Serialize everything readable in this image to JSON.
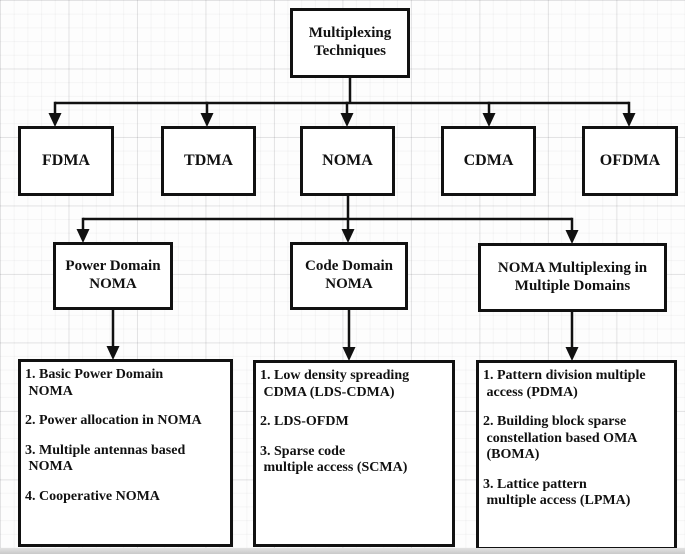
{
  "diagram": {
    "root": {
      "label": "Multiplexing Techniques"
    },
    "level2": [
      {
        "label": "FDMA"
      },
      {
        "label": "TDMA"
      },
      {
        "label": "NOMA"
      },
      {
        "label": "CDMA"
      },
      {
        "label": "OFDMA"
      }
    ],
    "level3": [
      {
        "label": "Power Domain NOMA"
      },
      {
        "label": "Code Domain NOMA"
      },
      {
        "label": "NOMA Multiplexing in Multiple Domains"
      }
    ],
    "lists": [
      {
        "items": [
          "1. Basic Power Domain\n NOMA",
          "2. Power allocation in NOMA",
          "3. Multiple antennas based\n NOMA",
          "4. Cooperative NOMA"
        ]
      },
      {
        "items": [
          "1. Low density spreading\n CDMA (LDS-CDMA)",
          "2. LDS-OFDM",
          "3. Sparse code\n multiple access (SCMA)"
        ]
      },
      {
        "items": [
          "1. Pattern division multiple\n access (PDMA)",
          "2. Building block sparse\n constellation based OMA\n (BOMA)",
          "3. Lattice pattern\n multiple access (LPMA)"
        ]
      }
    ],
    "colors": {
      "line": "#111111",
      "box_border": "#111111",
      "box_background": "#ffffff"
    }
  }
}
